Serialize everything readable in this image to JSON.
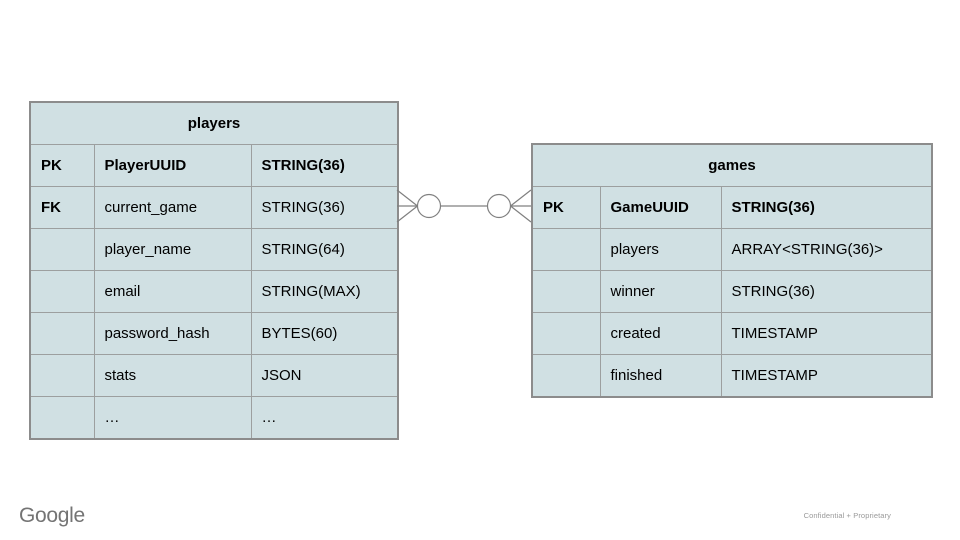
{
  "players_table": {
    "title": "players",
    "rows": [
      {
        "key": "PK",
        "name": "PlayerUUID",
        "type": "STRING(36)"
      },
      {
        "key": "FK",
        "name": "current_game",
        "type": "STRING(36)"
      },
      {
        "key": "",
        "name": "player_name",
        "type": "STRING(64)"
      },
      {
        "key": "",
        "name": "email",
        "type": "STRING(MAX)"
      },
      {
        "key": "",
        "name": "password_hash",
        "type": "BYTES(60)"
      },
      {
        "key": "",
        "name": "stats",
        "type": "JSON"
      },
      {
        "key": "",
        "name": "…",
        "type": "…"
      }
    ]
  },
  "games_table": {
    "title": "games",
    "rows": [
      {
        "key": "PK",
        "name": "GameUUID",
        "type": "STRING(36)"
      },
      {
        "key": "",
        "name": "players",
        "type": "ARRAY<STRING(36)>"
      },
      {
        "key": "",
        "name": "winner",
        "type": "STRING(36)"
      },
      {
        "key": "",
        "name": "created",
        "type": "TIMESTAMP"
      },
      {
        "key": "",
        "name": "finished",
        "type": "TIMESTAMP"
      }
    ]
  },
  "relationship": {
    "notation": "zero-or-many to zero-or-many (crow's foot with circles)",
    "connects": "players.current_game — games.GameUUID"
  },
  "footer": {
    "logo_text": "Google",
    "note": "Confidential + Proprietary"
  },
  "colors": {
    "table_fill": "#d0e0e3",
    "table_border": "#8c8c8c",
    "cell_border": "#9c9f9f",
    "text": "#000000",
    "connector": "#808080",
    "logo_gray": "#747474",
    "note_gray": "#9a9a9a"
  }
}
